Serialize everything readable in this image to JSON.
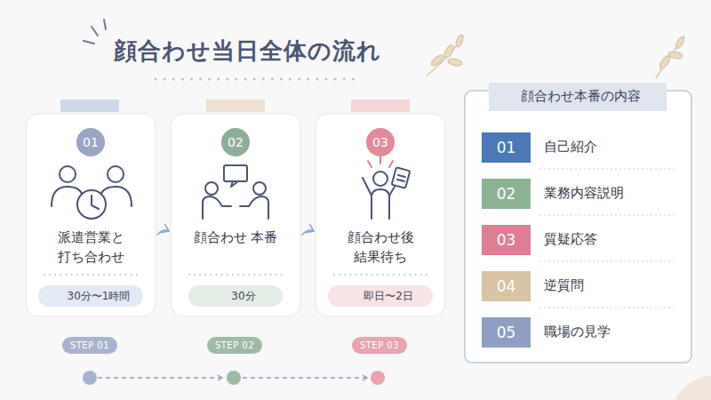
{
  "diagram": {
    "title": "顔合わせ当日全体の流れ",
    "nodes": [
      {
        "text": [
          "01",
          "派遣営業と 打ち合わせ"
        ]
      },
      {
        "text": [
          "30分〜1時間"
        ],
        "in": 0
      },
      {
        "text": [
          "02",
          "顔合わせ 本番"
        ]
      },
      {
        "text": [
          "30分"
        ],
        "in": 2
      },
      {
        "text": [
          "03",
          "顔合わせ後 結果待ち"
        ]
      },
      {
        "text": [
          "即日〜2日"
        ],
        "in": 4
      },
      {
        "text": [
          "STEP 01"
        ]
      },
      {
        "text": [
          "STEP 02"
        ]
      },
      {
        "text": [
          "STEP 03"
        ]
      },
      {
        "text": [
          "顔合わせ本番の内容"
        ]
      },
      {
        "text": [
          "01",
          "自己紹介"
        ],
        "in": 9
      },
      {
        "text": [
          "02",
          "業務内容説明"
        ],
        "in": 9
      },
      {
        "text": [
          "03",
          "質疑応答"
        ],
        "in": 9
      },
      {
        "text": [
          "04",
          "逆質問"
        ],
        "in": 9
      },
      {
        "text": [
          "05",
          "職場の見学"
        ],
        "in": 9
      }
    ],
    "edges": [
      {
        "from": 0,
        "to": 2,
        "arrow": "to"
      },
      {
        "from": 2,
        "to": 4,
        "arrow": "to"
      }
    ]
  }
}
